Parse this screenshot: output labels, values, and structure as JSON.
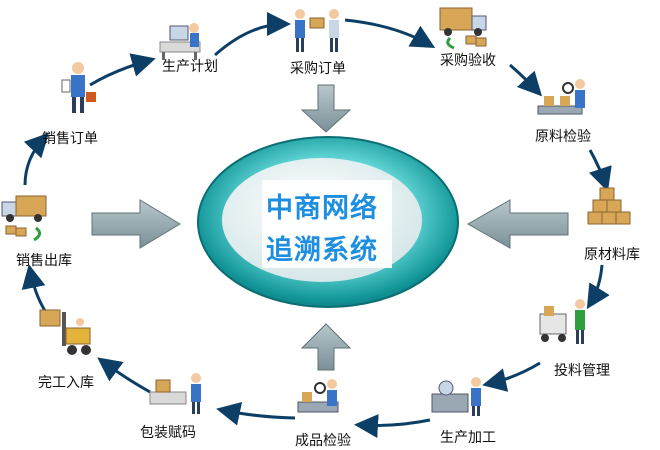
{
  "center": {
    "line1": "中商网络",
    "line2": "追溯系统"
  },
  "nodes": [
    {
      "id": "plan",
      "label": "生产计划",
      "icon": "planning-desk-icon"
    },
    {
      "id": "order",
      "label": "采购订单",
      "icon": "purchase-handover-icon"
    },
    {
      "id": "receive",
      "label": "采购验收",
      "icon": "delivery-truck-icon"
    },
    {
      "id": "rawcheck",
      "label": "原料检验",
      "icon": "inspection-conveyor-icon"
    },
    {
      "id": "rawstore",
      "label": "原材料库",
      "icon": "box-stack-icon"
    },
    {
      "id": "feed",
      "label": "投料管理",
      "icon": "cart-feeding-icon"
    },
    {
      "id": "process",
      "label": "生产加工",
      "icon": "machine-processing-icon"
    },
    {
      "id": "fgcheck",
      "label": "成品检验",
      "icon": "product-inspection-icon"
    },
    {
      "id": "pack",
      "label": "包装赋码",
      "icon": "packaging-desk-icon"
    },
    {
      "id": "instock",
      "label": "完工入库",
      "icon": "forklift-icon"
    },
    {
      "id": "outstock",
      "label": "销售出库",
      "icon": "shipping-truck-icon"
    },
    {
      "id": "sales",
      "label": "销售订单",
      "icon": "sales-clerk-icon"
    }
  ],
  "colors": {
    "ring": "#0d3f66",
    "arrow_fill": "#8fa3a8",
    "arrow_stroke": "#5f7378",
    "outer_ellipse": "#0f8a8c",
    "inner_ellipse": "#e8f2f3",
    "center_text": "#1e8fe0"
  }
}
